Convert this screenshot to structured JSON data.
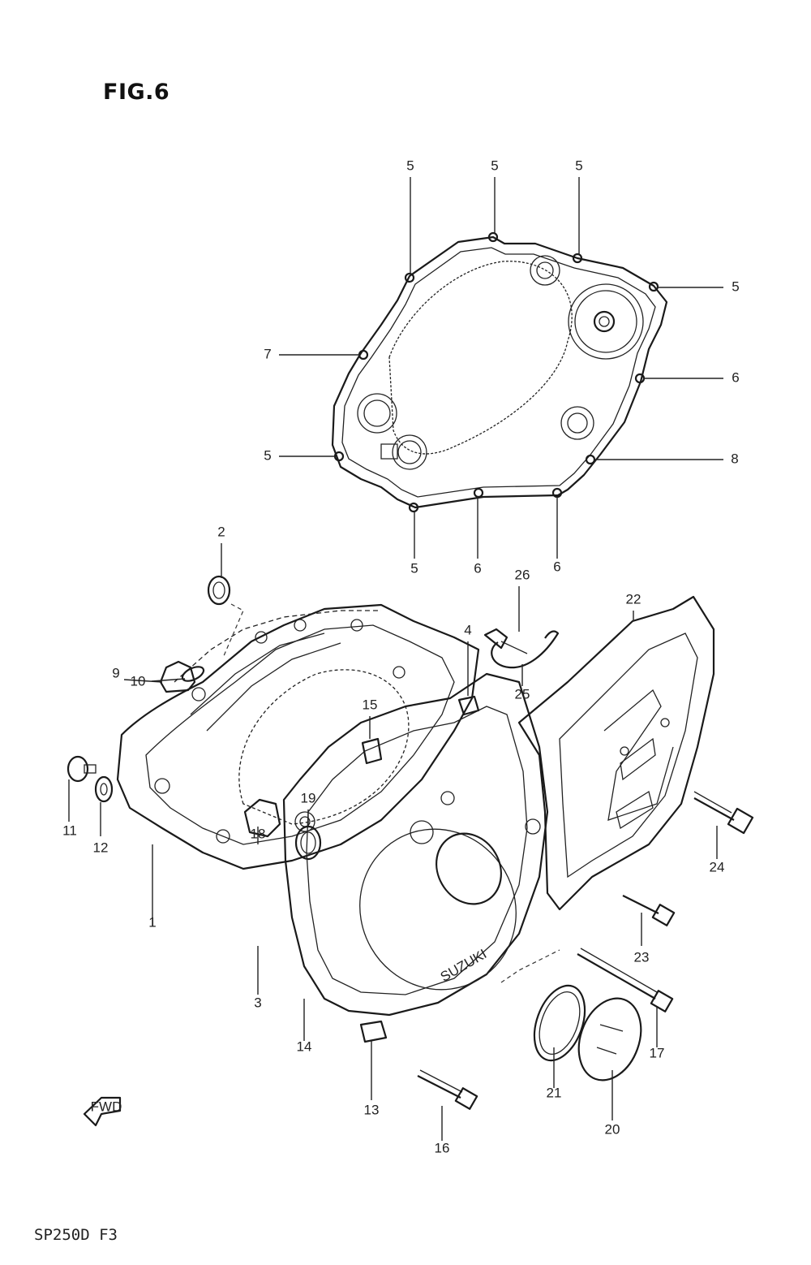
{
  "figure": {
    "title": "FIG.6",
    "footer_code": "SP250D F3"
  },
  "callouts": [
    {
      "id": "c5a",
      "text": "5"
    },
    {
      "id": "c5b",
      "text": "5"
    },
    {
      "id": "c5c",
      "text": "5"
    },
    {
      "id": "c5d",
      "text": "5"
    },
    {
      "id": "c7",
      "text": "7"
    },
    {
      "id": "c6a",
      "text": "6"
    },
    {
      "id": "c5e",
      "text": "5"
    },
    {
      "id": "c8",
      "text": "8"
    },
    {
      "id": "c5f",
      "text": "5"
    },
    {
      "id": "c6b",
      "text": "6"
    },
    {
      "id": "c6c",
      "text": "6"
    },
    {
      "id": "c2",
      "text": "2"
    },
    {
      "id": "c26",
      "text": "26"
    },
    {
      "id": "c22",
      "text": "22"
    },
    {
      "id": "c9",
      "text": "9"
    },
    {
      "id": "c10",
      "text": "10"
    },
    {
      "id": "c4",
      "text": "4"
    },
    {
      "id": "c25",
      "text": "25"
    },
    {
      "id": "c15",
      "text": "15"
    },
    {
      "id": "c11",
      "text": "11"
    },
    {
      "id": "c12",
      "text": "12"
    },
    {
      "id": "c18",
      "text": "18"
    },
    {
      "id": "c19",
      "text": "19"
    },
    {
      "id": "c24",
      "text": "24"
    },
    {
      "id": "c1",
      "text": "1"
    },
    {
      "id": "c23",
      "text": "23"
    },
    {
      "id": "c3",
      "text": "3"
    },
    {
      "id": "c14",
      "text": "14"
    },
    {
      "id": "c17",
      "text": "17"
    },
    {
      "id": "c13",
      "text": "13"
    },
    {
      "id": "c21",
      "text": "21"
    },
    {
      "id": "c20",
      "text": "20"
    },
    {
      "id": "c16",
      "text": "16"
    }
  ],
  "cover_logo_text": "SUZUKI",
  "fwd_marker_text": "FWD"
}
